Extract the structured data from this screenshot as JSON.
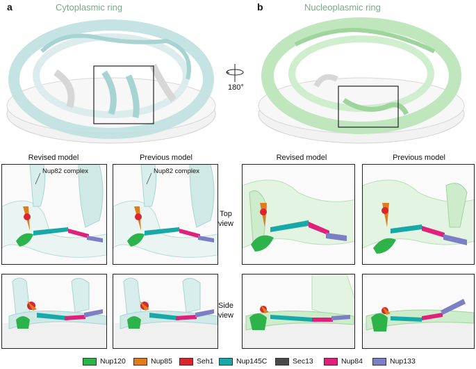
{
  "panels": {
    "a": {
      "letter": "a",
      "title": "Cytoplasmic ring"
    },
    "b": {
      "letter": "b",
      "title": "Nucleoplasmic ring"
    }
  },
  "rotation": {
    "label": "180°"
  },
  "columns": {
    "revised": "Revised model",
    "previous": "Previous model"
  },
  "annotation": "Nup82 complex",
  "rows": {
    "top": {
      "line1": "Top",
      "line2": "view"
    },
    "side": {
      "line1": "Side",
      "line2": "view"
    }
  },
  "legend": [
    {
      "name": "Nup120",
      "color": "#2db34a"
    },
    {
      "name": "Nup85",
      "color": "#e07b1e"
    },
    {
      "name": "Seh1",
      "color": "#d8262e"
    },
    {
      "name": "Nup145C",
      "color": "#17a8a8"
    },
    {
      "name": "Sec13",
      "color": "#4a4a4a"
    },
    {
      "name": "Nup84",
      "color": "#e0207a"
    },
    {
      "name": "Nup133",
      "color": "#7b7fc4"
    }
  ]
}
